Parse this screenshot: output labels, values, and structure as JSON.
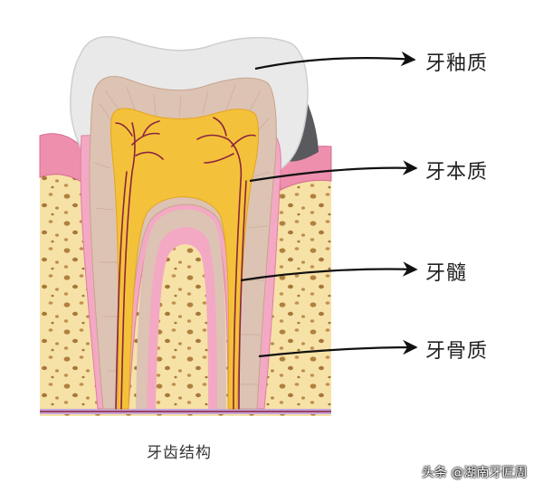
{
  "diagram": {
    "caption": "牙齿结构",
    "labels": {
      "enamel": "牙釉质",
      "dentin": "牙本质",
      "pulp": "牙髓",
      "cementum": "牙骨质"
    }
  },
  "watermark": "头条 @湖南牙匠周",
  "colors": {
    "enamel": "#e9e9ea",
    "dentin": "#ddc3b3",
    "pulp": "#f4c23a",
    "gum": "#ee8fae",
    "bone": "#f6e2a6",
    "nerve": "#8b2440",
    "arrow": "#111111"
  }
}
